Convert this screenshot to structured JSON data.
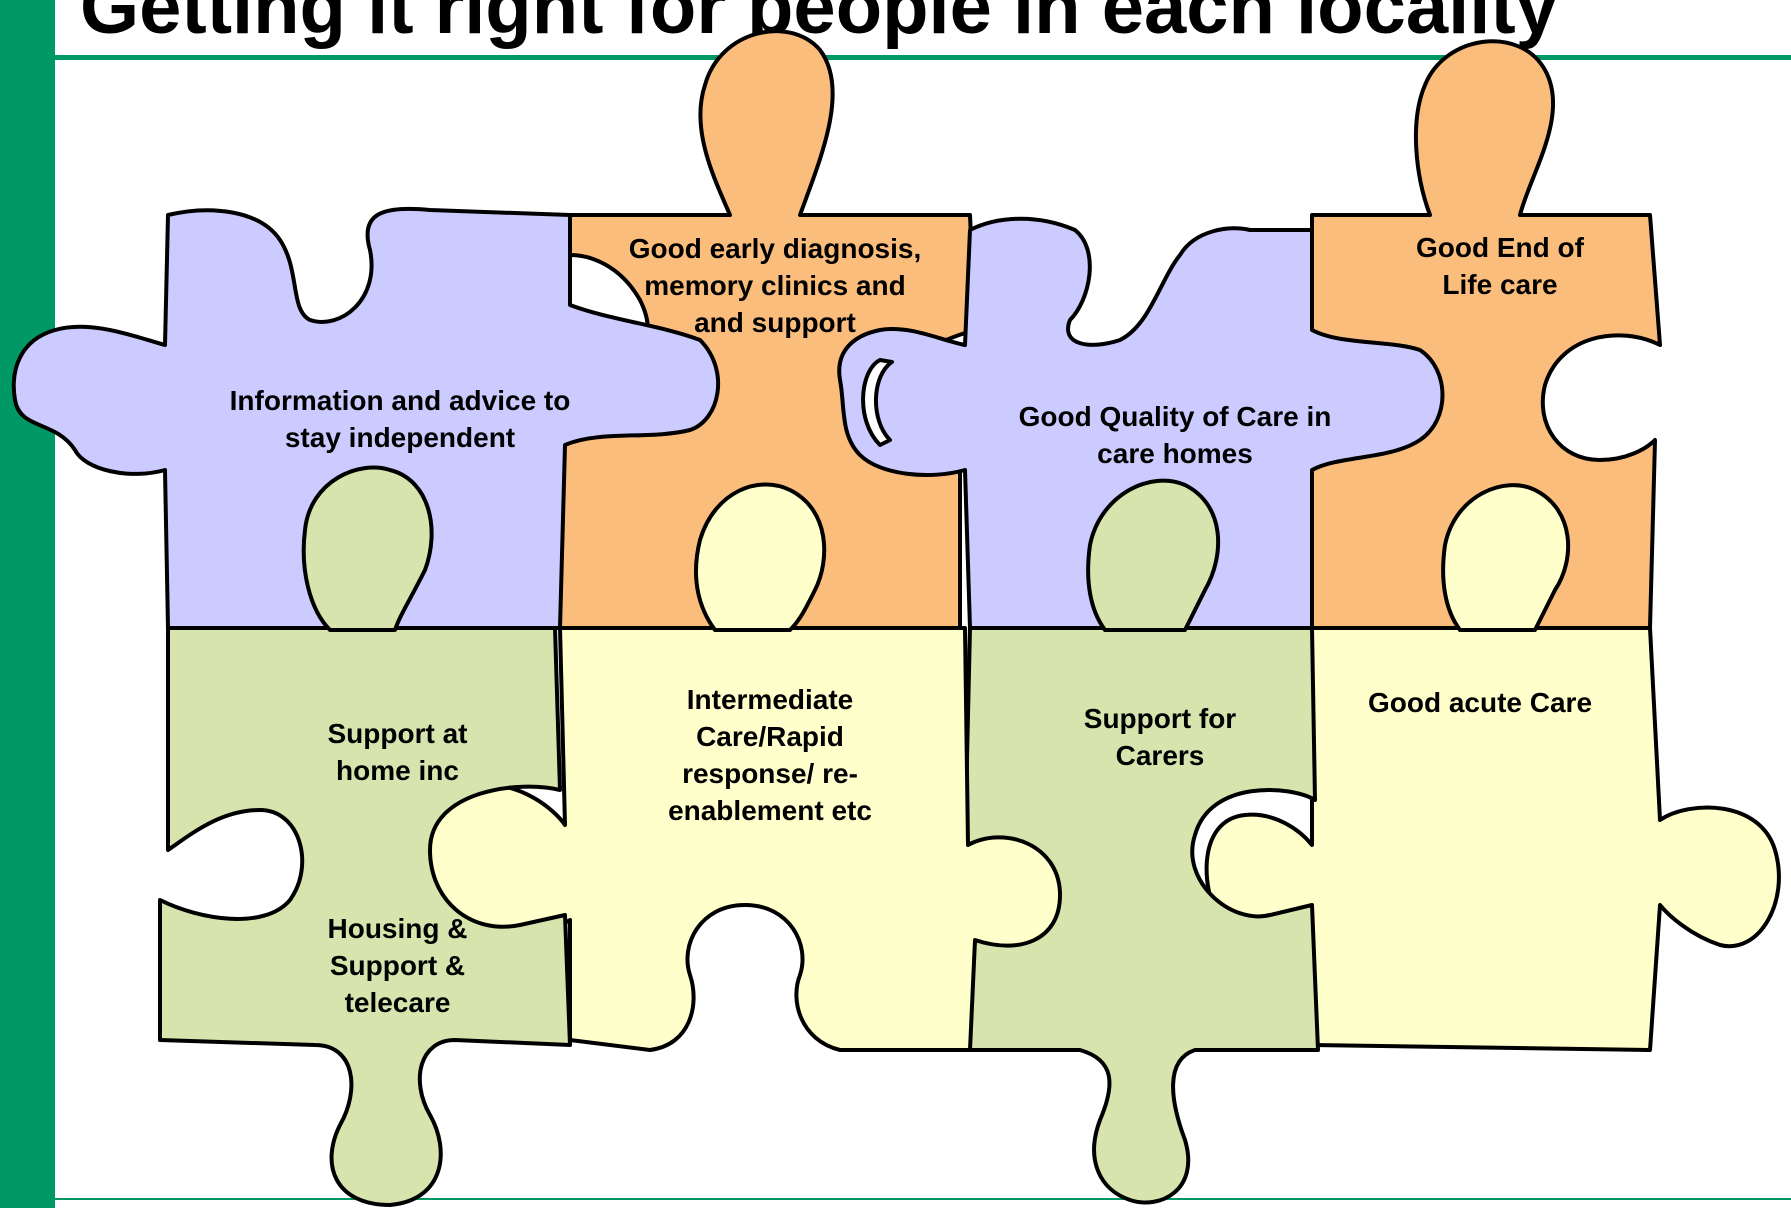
{
  "slide": {
    "title": "Getting it right for people in each locality",
    "side_text": "",
    "colors": {
      "accent": "#009966",
      "lavender": "#cccbff",
      "orange": "#fbbd7c",
      "pale_yellow": "#ffffcc",
      "pale_green": "#d7e4ae",
      "outline": "#000000"
    }
  },
  "pieces": [
    {
      "id": "info",
      "label": "Information and advice to stay independent",
      "color": "lavender"
    },
    {
      "id": "diag",
      "label": "Good early diagnosis, memory clinics and  and support",
      "color": "orange"
    },
    {
      "id": "quality",
      "label": "Good Quality of Care in care homes",
      "color": "lavender"
    },
    {
      "id": "eol",
      "label": "Good End of Life care",
      "color": "orange"
    },
    {
      "id": "home",
      "label_top": "Support at home inc",
      "label_bottom": "Housing & Support & telecare",
      "color": "pale_green"
    },
    {
      "id": "inter",
      "label": "Intermediate Care/Rapid response/ re-enablement etc",
      "color": "pale_yellow"
    },
    {
      "id": "carers",
      "label": "Support for Carers",
      "color": "pale_green"
    },
    {
      "id": "acute",
      "label": "Good acute Care",
      "color": "pale_yellow"
    }
  ]
}
